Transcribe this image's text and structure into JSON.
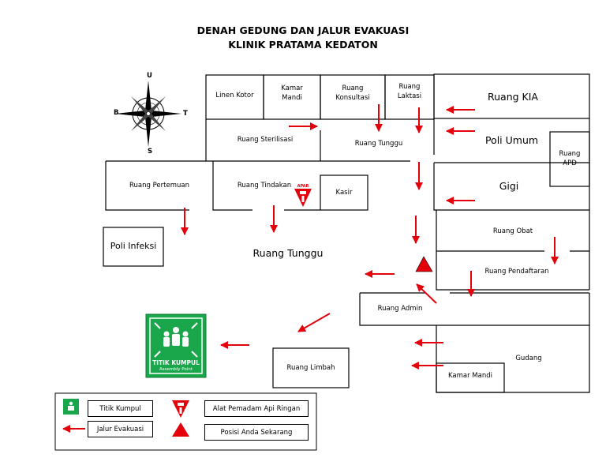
{
  "title": {
    "line1": "DENAH GEDUNG DAN JALUR EVAKUASI",
    "line2": "KLINIK PRATAMA KEDATON"
  },
  "compass": {
    "north": "U",
    "south": "S",
    "west": "B",
    "east": "T"
  },
  "rooms": {
    "linen_kotor": "Linen Kotor",
    "kamar_mandi_1_a": "Kamar",
    "kamar_mandi_1_b": "Mandi",
    "ruang_konsultasi_a": "Ruang",
    "ruang_konsultasi_b": "Konsultasi",
    "ruang_laktasi_a": "Ruang",
    "ruang_laktasi_b": "Laktasi",
    "ruang_kia": "Ruang KIA",
    "ruang_sterilisasi": "Ruang Sterilisasi",
    "ruang_tunggu_atas": "Ruang Tunggu",
    "poli_umum": "Poli Umum",
    "ruang_apd_a": "Ruang",
    "ruang_apd_b": "APD",
    "ruang_pertemuan": "Ruang Pertemuan",
    "ruang_tindakan": "Ruang Tindakan",
    "kasir": "Kasir",
    "gigi": "Gigi",
    "poli_infeksi": "Poli Infeksi",
    "ruang_tunggu_utama": "Ruang Tunggu",
    "ruang_obat": "Ruang Obat",
    "ruang_pendaftaran": "Ruang Pendaftaran",
    "ruang_admin": "Ruang Admin",
    "gudang": "Gudang",
    "kamar_mandi_2": "Kamar Mandi",
    "ruang_limbah": "Ruang Limbah"
  },
  "assembly_sign": {
    "line1": "TITIK KUMPUL",
    "line2": "Assembly Point"
  },
  "apar_label": "APAR",
  "legend": {
    "titik_kumpul": "Titik Kumpul",
    "jalur_evakuasi": "Jalur Evakuasi",
    "alat_pemadam": "Alat Pemadam Api Ringan",
    "posisi_anda": "Posisi Anda Sekarang"
  },
  "colors": {
    "arrow": "#e3000b",
    "assembly_green": "#1aa64a",
    "position_marker": "#e3000b",
    "wall": "#000000"
  },
  "icons": {
    "compass": "compass-rose-icon",
    "assembly": "assembly-point-icon",
    "extinguisher": "fire-extinguisher-icon",
    "position": "you-are-here-triangle-icon"
  }
}
